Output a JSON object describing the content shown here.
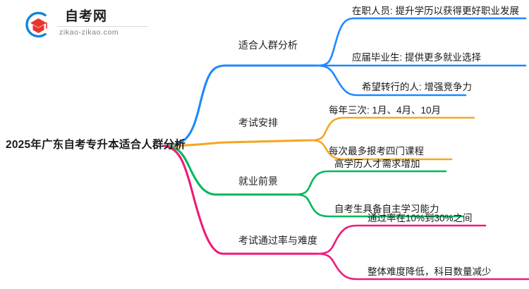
{
  "logo": {
    "name_cn": "自考网",
    "url": "zikao-zikao.com",
    "mark_arc_color": "#1186d6",
    "mark_cap_color": "#e8352e"
  },
  "mindmap": {
    "root": {
      "label": "2025年广东自考专升本适合人群分析"
    },
    "branches": [
      {
        "label": "适合人群分析",
        "color": "#1e88ff",
        "leaves": [
          {
            "label": "在职人员: 提升学历以获得更好职业发展"
          },
          {
            "label": "应届毕业生: 提供更多就业选择"
          },
          {
            "label": "希望转行的人: 增强竞争力"
          }
        ]
      },
      {
        "label": "考试安排",
        "color": "#f5a623",
        "leaves": [
          {
            "label": "每年三次: 1月、4月、10月"
          },
          {
            "label": "每次最多报考四门课程"
          }
        ]
      },
      {
        "label": "就业前景",
        "color": "#00b85c",
        "leaves": [
          {
            "label": "高学历人才需求增加"
          },
          {
            "label": "自考生具备自主学习能力"
          }
        ]
      },
      {
        "label": "考试通过率与难度",
        "color": "#f01a79",
        "leaves": [
          {
            "label": "通过率在10%到30%之间"
          },
          {
            "label": "整体难度降低，科目数量减少"
          }
        ]
      }
    ]
  }
}
